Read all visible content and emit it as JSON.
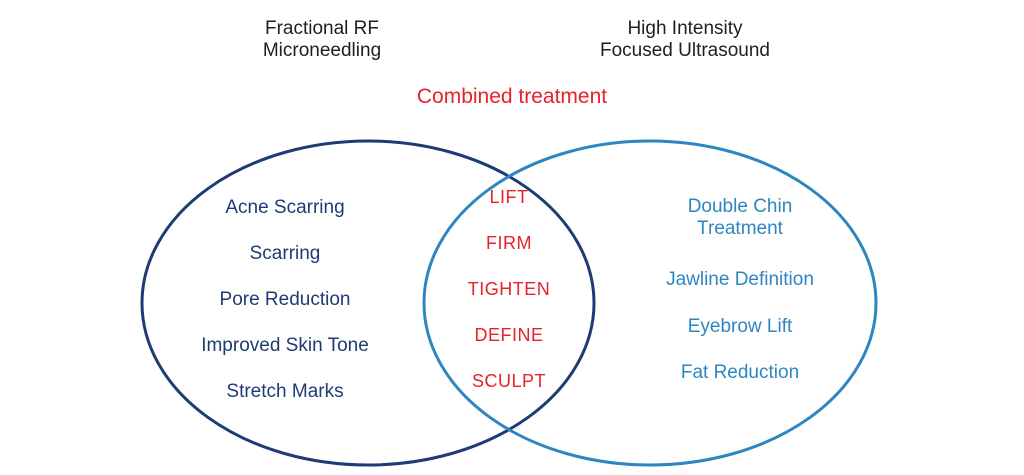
{
  "headings": {
    "left": [
      "Fractional RF",
      "Microneedling"
    ],
    "right": [
      "High Intensity",
      "Focused Ultrasound"
    ]
  },
  "combined_label": "Combined treatment",
  "left_items": [
    "Acne Scarring",
    "Scarring",
    "Pore Reduction",
    "Improved Skin Tone",
    "Stretch Marks"
  ],
  "middle_items": [
    "LIFT",
    "FIRM",
    "TIGHTEN",
    "DEFINE",
    "SCULPT"
  ],
  "right_items": [
    "Double Chin Treatment",
    "Jawline Definition",
    "Eyebrow Lift",
    "Fat Reduction"
  ],
  "right_item_first_lines": [
    "Double Chin",
    "Treatment"
  ],
  "colors": {
    "left_circle": "#1f3b73",
    "right_circle": "#2e86c1",
    "accent_red": "#e8212b",
    "heading_text": "#1f1f1f"
  }
}
